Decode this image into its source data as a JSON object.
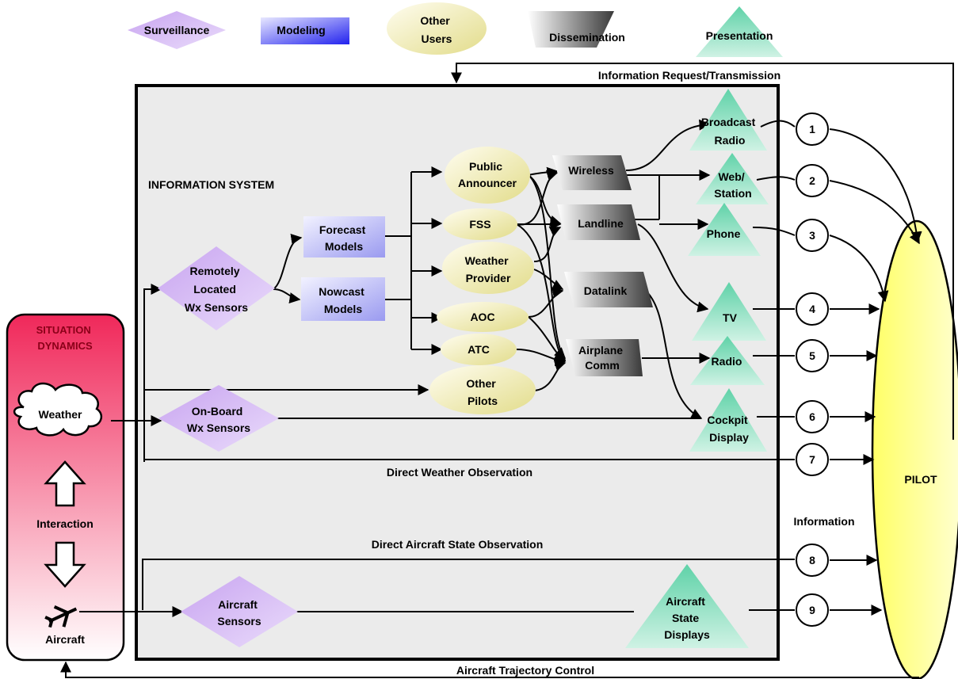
{
  "legend": {
    "surveillance": "Surveillance",
    "modeling": "Modeling",
    "other_users": [
      "Other",
      "Users"
    ],
    "dissemination": "Dissemination",
    "presentation": "Presentation"
  },
  "labels": {
    "info_request": "Information Request/Transmission",
    "info_system": "INFORMATION SYSTEM",
    "direct_weather": "Direct Weather Observation",
    "direct_aircraft": "Direct Aircraft State Observation",
    "trajectory": "Aircraft Trajectory Control",
    "information": "Information",
    "pilot": "PILOT"
  },
  "situation": {
    "title": [
      "SITUATION",
      "DYNAMICS"
    ],
    "weather": "Weather",
    "interaction": "Interaction",
    "aircraft": "Aircraft"
  },
  "surveillance_nodes": {
    "remote": [
      "Remotely",
      "Located",
      "Wx Sensors"
    ],
    "onboard": [
      "On-Board",
      "Wx Sensors"
    ],
    "aircraft": [
      "Aircraft",
      "Sensors"
    ]
  },
  "models": {
    "forecast": [
      "Forecast",
      "Models"
    ],
    "nowcast": [
      "Nowcast",
      "Models"
    ]
  },
  "users": {
    "public": [
      "Public",
      "Announcer"
    ],
    "fss": "FSS",
    "weather": [
      "Weather",
      "Provider"
    ],
    "aoc": "AOC",
    "atc": "ATC",
    "other_pilots": [
      "Other",
      "Pilots"
    ]
  },
  "dissemination": {
    "wireless": "Wireless",
    "landline": "Landline",
    "datalink": "Datalink",
    "airplane": [
      "Airplane",
      "Comm"
    ]
  },
  "presentation": {
    "broadcast": [
      "Broadcast",
      "Radio"
    ],
    "web": [
      "Web/",
      "Station"
    ],
    "phone": "Phone",
    "tv": "TV",
    "radio": "Radio",
    "cockpit": [
      "Cockpit",
      "Display"
    ],
    "aircraft_state": [
      "Aircraft",
      "State",
      "Displays"
    ]
  },
  "channels": [
    "1",
    "2",
    "3",
    "4",
    "5",
    "6",
    "7",
    "8",
    "9"
  ]
}
